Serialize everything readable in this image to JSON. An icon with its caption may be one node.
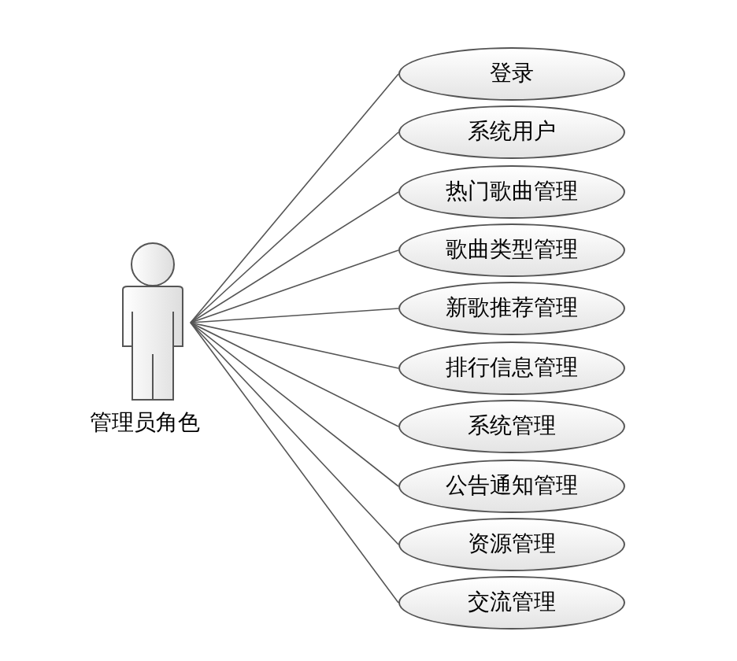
{
  "diagram": {
    "nodes": [
      {
        "text": [
          "管理员角色"
        ]
      },
      {
        "text": [
          "登录"
        ]
      },
      {
        "text": [
          "系统用户"
        ]
      },
      {
        "text": [
          "热门歌曲管理"
        ]
      },
      {
        "text": [
          "歌曲类型管理"
        ]
      },
      {
        "text": [
          "新歌推荐管理"
        ]
      },
      {
        "text": [
          "排行信息管理"
        ]
      },
      {
        "text": [
          "系统管理"
        ]
      },
      {
        "text": [
          "公告通知管理"
        ]
      },
      {
        "text": [
          "资源管理"
        ]
      },
      {
        "text": [
          "交流管理"
        ]
      }
    ],
    "edges": [
      {
        "from": 0,
        "to": 1,
        "arrow": "none"
      },
      {
        "from": 0,
        "to": 2,
        "arrow": "none"
      },
      {
        "from": 0,
        "to": 3,
        "arrow": "none"
      },
      {
        "from": 0,
        "to": 4,
        "arrow": "none"
      },
      {
        "from": 0,
        "to": 5,
        "arrow": "none"
      },
      {
        "from": 0,
        "to": 6,
        "arrow": "none"
      },
      {
        "from": 0,
        "to": 7,
        "arrow": "none"
      },
      {
        "from": 0,
        "to": 8,
        "arrow": "none"
      },
      {
        "from": 0,
        "to": 9,
        "arrow": "none"
      },
      {
        "from": 0,
        "to": 10,
        "arrow": "none"
      }
    ]
  }
}
